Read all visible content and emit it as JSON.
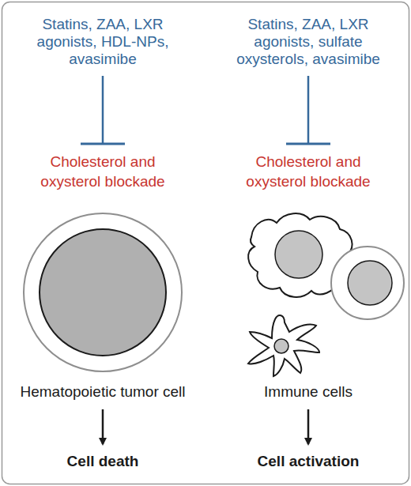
{
  "diagram": {
    "nodes": [
      {
        "text": [
          "Statins, ZAA, LXR agonists, HDL-NPs, avasimibe"
        ]
      },
      {
        "text": [
          "Statins, ZAA, LXR agonists, sulfate oxysterols, avasimibe"
        ]
      },
      {
        "text": [
          "Cholesterol and oxysterol blockade"
        ]
      },
      {
        "text": [
          "Cholesterol and oxysterol blockade"
        ]
      },
      {
        "text": [
          "Hematopoietic tumor cell"
        ]
      },
      {
        "text": [
          "Immune cells"
        ]
      },
      {
        "text": [
          "Cell death"
        ]
      },
      {
        "text": [
          "Cell activation"
        ]
      }
    ],
    "edges": [
      {
        "from": 0,
        "to": 2,
        "arrow": "to"
      },
      {
        "from": 1,
        "to": 3,
        "arrow": "to"
      },
      {
        "from": 4,
        "to": 6,
        "arrow": "to"
      },
      {
        "from": 5,
        "to": 7,
        "arrow": "to"
      }
    ]
  }
}
